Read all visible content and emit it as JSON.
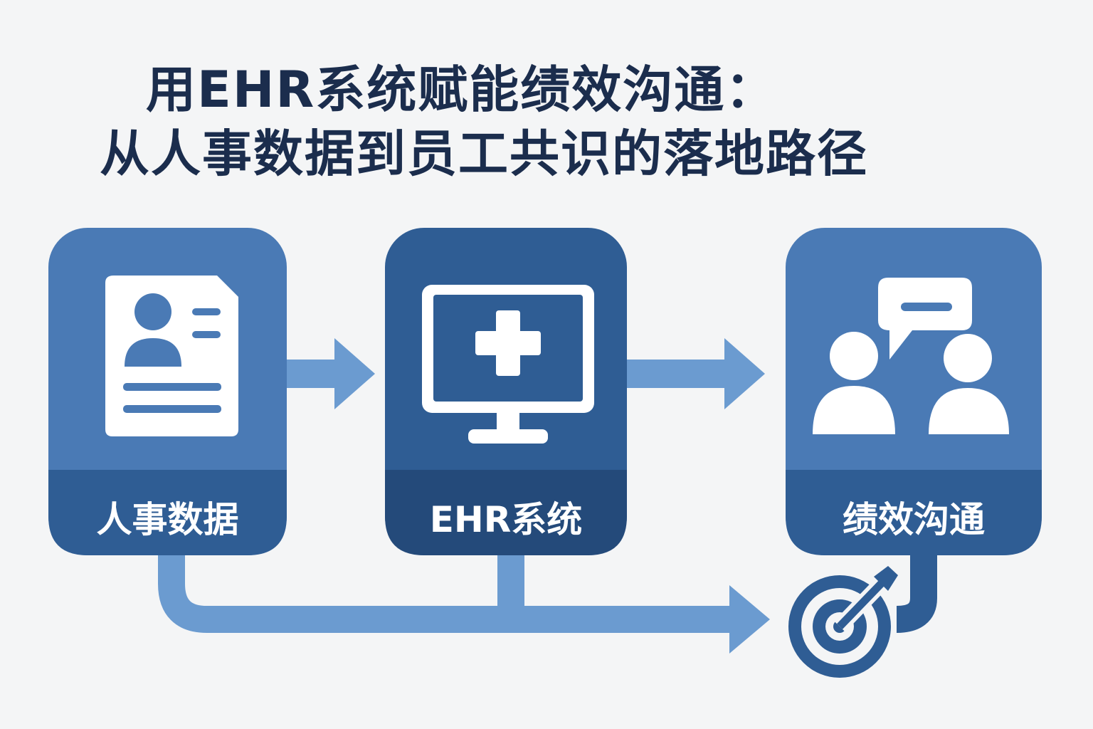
{
  "title": {
    "line1": "用EHR系统赋能绩效沟通：",
    "line2": "从人事数据到员工共识的落地路径"
  },
  "steps": [
    {
      "label": "人事数据",
      "icon": "employee-profile-document-icon"
    },
    {
      "label": "EHR系统",
      "icon": "monitor-plus-icon"
    },
    {
      "label": "绩效沟通",
      "icon": "people-chat-icon"
    }
  ],
  "goal_icon": "target-arrow-icon",
  "colors": {
    "title": "#1b2d4d",
    "box_light": "#4a7ab5",
    "box_dark": "#2f5d94",
    "box_footer": "#2a5287",
    "arrow": "#6b9bd0",
    "background": "#f4f5f6"
  }
}
